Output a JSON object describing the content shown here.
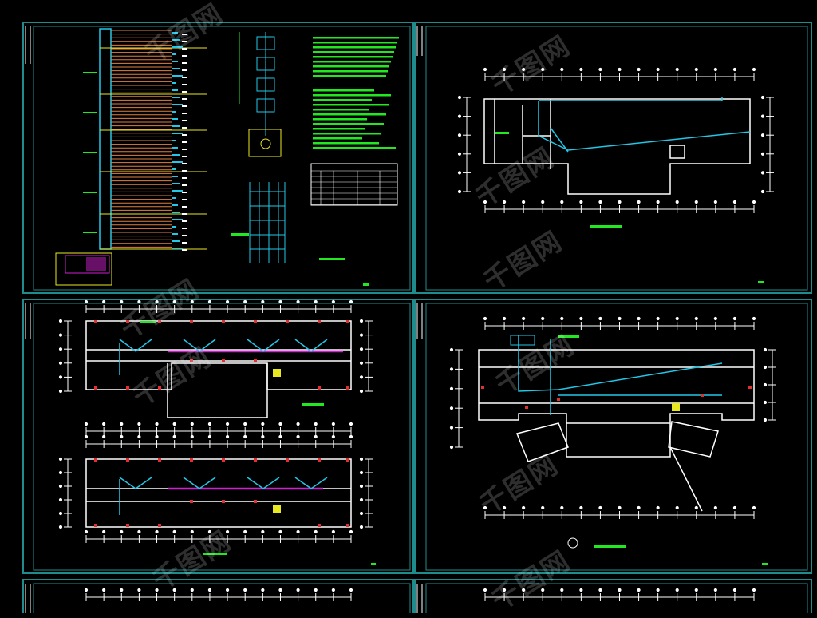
{
  "canvas": {
    "background": "#000000",
    "frame_color": "#1e8c8c",
    "wall_color": "#ffffff",
    "pipe_color": "#22c8e8",
    "accent_pipe_color": "#d020d0",
    "text_color": "#22e822",
    "riser_color": "#e08040",
    "fixture_color": "#e03030"
  },
  "watermark": {
    "text": "千图网",
    "icon_name": "watermark-logo-icon"
  },
  "sheets": [
    {
      "name": "sheet-system-diagram",
      "content": "riser diagram with legend table"
    },
    {
      "name": "sheet-basement-plan",
      "content": "floor plan"
    },
    {
      "name": "sheet-typical-floors-plan",
      "content": "two floor plans"
    },
    {
      "name": "sheet-ground-floor-plan",
      "content": "floor plan with angled wings"
    },
    {
      "name": "sheet-bottom-left",
      "content": "partially visible plan"
    },
    {
      "name": "sheet-bottom-right",
      "content": "partially visible plan"
    }
  ]
}
